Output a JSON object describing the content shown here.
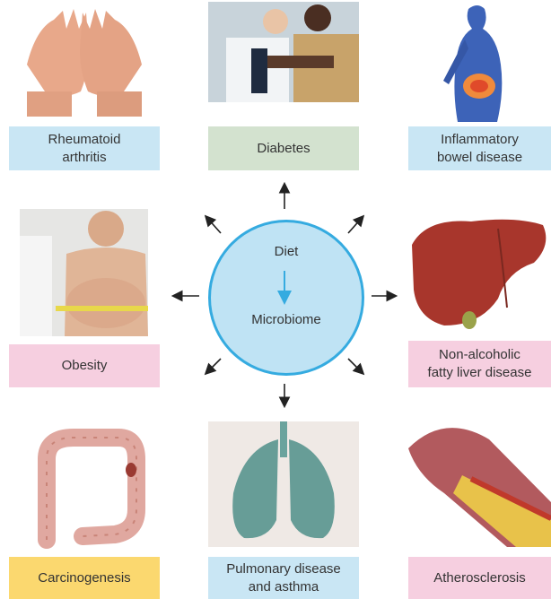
{
  "center": {
    "top": "Diet",
    "bottom": "Microbiome"
  },
  "labels": {
    "ra_line1": "Rheumatoid",
    "ra_line2": "arthritis",
    "diabetes": "Diabetes",
    "ibd_line1": "Inflammatory",
    "ibd_line2": "bowel disease",
    "obesity": "Obesity",
    "nafld_line1": "Non-alcoholic",
    "nafld_line2": "fatty liver disease",
    "carcino": "Carcinogenesis",
    "pulm_line1": "Pulmonary disease",
    "pulm_line2": "and asthma",
    "athero": "Atherosclerosis"
  },
  "colors": {
    "circle_fill": "#bfe3f4",
    "circle_stroke": "#35abe0",
    "blue_box": "#c9e6f4",
    "green_box": "#d3e2cf",
    "pink_box": "#f6cfe0",
    "yellow_box": "#fbd86f"
  },
  "icons": [
    "hands-photo",
    "doctor-patient-photo",
    "digestive-system-photo",
    "obesity-photo",
    "liver-photo",
    "colon-photo",
    "lungs-photo",
    "artery-photo"
  ]
}
